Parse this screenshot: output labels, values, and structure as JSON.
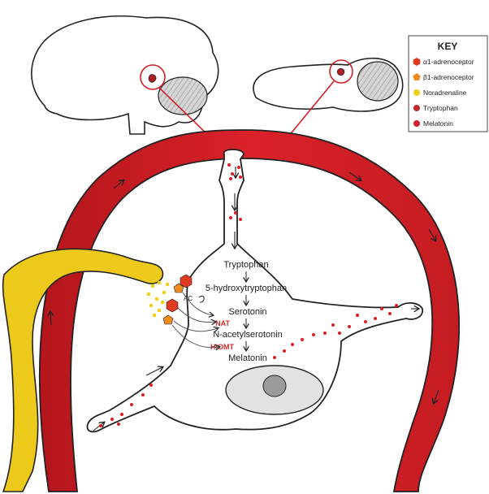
{
  "key": {
    "title": "KEY",
    "items": [
      {
        "label": "α1-adrenoceptor",
        "color": "#e03b1e",
        "shape": "hexagon"
      },
      {
        "label": "β1-adrenoceptor",
        "color": "#ef8c1e",
        "shape": "pentagon"
      },
      {
        "label": "Noradrenaline",
        "color": "#f0d01c",
        "shape": "circle"
      },
      {
        "label": "Tryptophan",
        "color": "#c2282e",
        "shape": "circle"
      },
      {
        "label": "Melatonin",
        "color": "#d81f26",
        "shape": "circle"
      }
    ]
  },
  "pathway": {
    "steps": [
      "Tryptophan",
      "5-hydroxytryptophan",
      "Serotonin",
      "N-acetylserotonin",
      "Melatonin"
    ],
    "enzymes": [
      "NAT",
      "HIOMT"
    ],
    "ac_label": "AC"
  },
  "colors": {
    "vessel": "#cf1f26",
    "vessel_dark": "#a9141b",
    "nerve": "#ecc91a",
    "brain_fill": "#ffffff",
    "pineal_fill": "#c9c9c9",
    "nucleus": "#e2e2e2"
  }
}
